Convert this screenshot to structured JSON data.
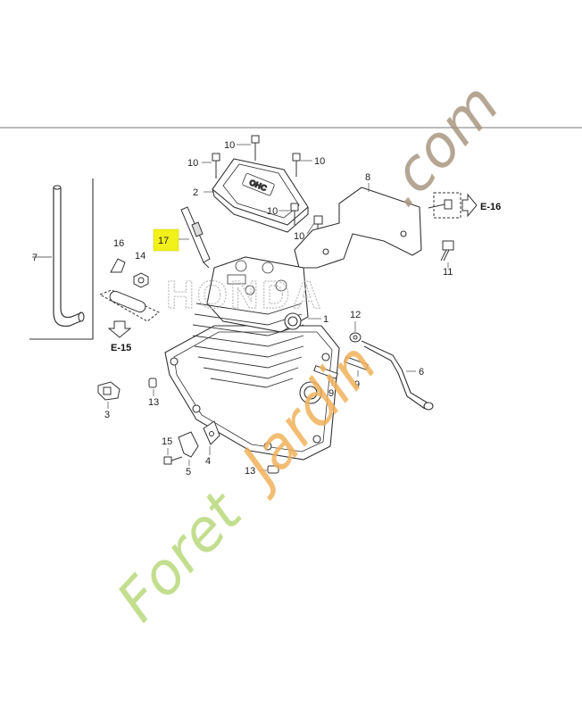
{
  "diagram": {
    "callouts": {
      "c2": "2",
      "c3": "3",
      "c4": "4",
      "c5": "5",
      "c6": "6",
      "c7": "7",
      "c8": "8",
      "c9a": "9",
      "c9b": "9",
      "c10a": "10",
      "c10b": "10",
      "c10c": "10",
      "c10d": "10",
      "c10e": "10",
      "c11": "11",
      "c12": "12",
      "c13a": "13",
      "c13b": "13",
      "c14": "14",
      "c15": "15",
      "c16": "16",
      "c1": "1"
    },
    "highlighted_callout": "17",
    "highlight_color": "#f2f21a",
    "ref_e15": "E-15",
    "ref_e16": "E-16",
    "brand_embossed": "HONDA",
    "valve_cover_mark": "OHC"
  },
  "watermark": {
    "text_a": "Foret",
    "text_b": "Jardin",
    "text_c": ".com",
    "color_a": "#b7d97a",
    "color_b": "#f0b25a",
    "color_c": "#a89580"
  }
}
